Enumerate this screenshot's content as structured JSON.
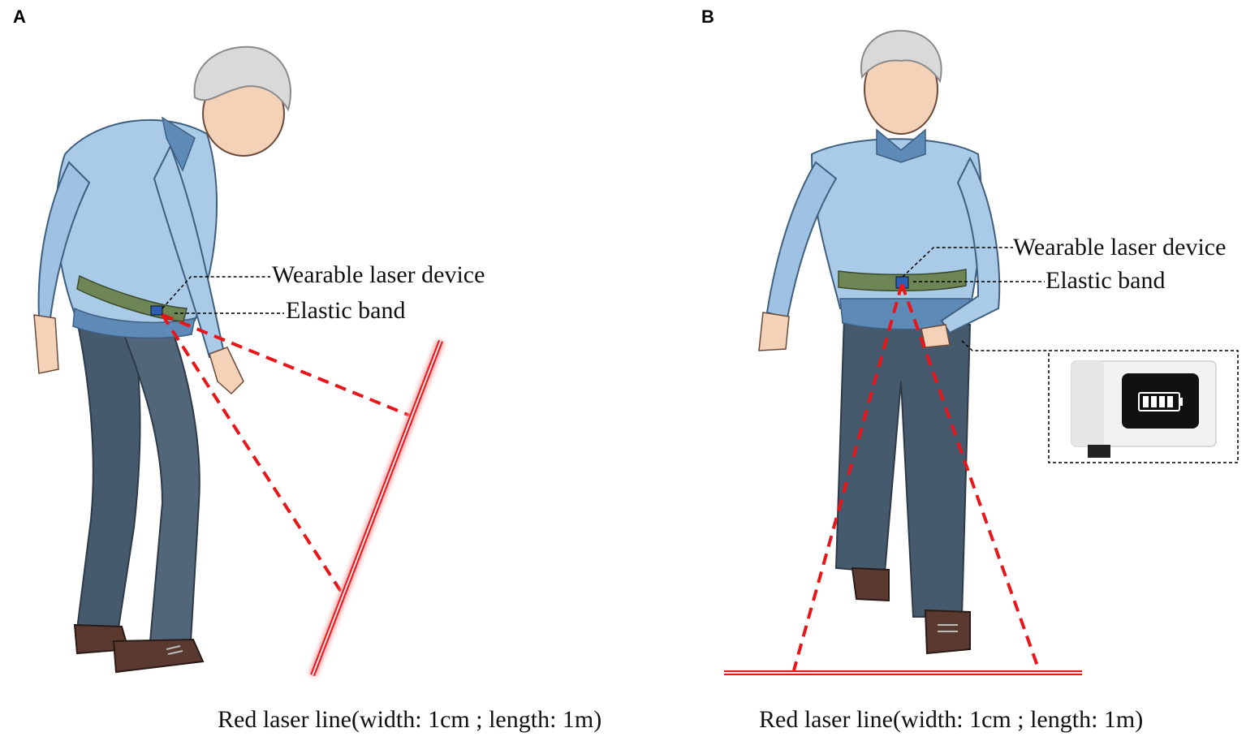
{
  "panels": {
    "a": {
      "letter": "A",
      "labels": {
        "device": "Wearable laser device",
        "band": "Elastic band"
      },
      "caption": "Red laser line(width: 1cm ; length: 1m)"
    },
    "b": {
      "letter": "B",
      "labels": {
        "device": "Wearable laser device",
        "band": "Elastic band"
      },
      "caption": "Red laser line(width: 1cm ; length: 1m)"
    }
  },
  "colors": {
    "laser": "#e8161b",
    "laser_glow": "#ff9da0",
    "shirt": "#aacbe8",
    "shirt_dark": "#5e8ab8",
    "pants": "#465a6e",
    "band": "#6e8556",
    "skin": "#f4d2b8",
    "hair": "#d9d9d9",
    "shoe": "#5a3a30"
  },
  "icons": {
    "device_closeup": "battery-icon"
  }
}
